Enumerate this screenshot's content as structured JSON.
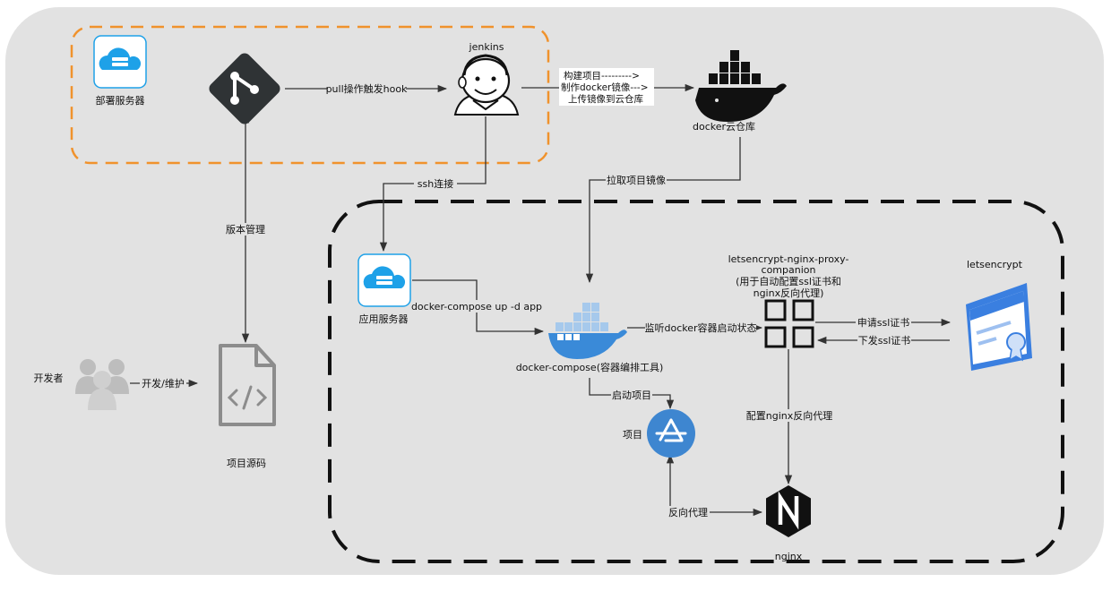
{
  "nodes": {
    "deploy_server": "部署服务器",
    "jenkins": "jenkins",
    "docker_hub": "docker云仓库",
    "app_server": "应用服务器",
    "docker_compose": "docker-compose(容器编排工具)",
    "companion_name": "letsencrypt-nginx-proxy-",
    "companion_name2": "companion",
    "companion_desc1": "(用于自动配置ssl证书和",
    "companion_desc2": "nginx反向代理)",
    "letsencrypt": "letsencrypt",
    "project": "项目",
    "nginx": "nginx",
    "developer": "开发者",
    "source_code": "项目源码"
  },
  "edges": {
    "pull_hook": "pull操作触发hook",
    "build_line1": "构建项目--------->",
    "build_line2": "制作docker镜像--->",
    "build_line3": "上传镜像到云仓库",
    "ssh": "ssh连接",
    "pull_image": "拉取项目镜像",
    "version_mgmt": "版本管理",
    "compose_up": "docker-compose up -d app",
    "listen": "监听docker容器启动状态",
    "apply_ssl": "申请ssl证书",
    "issue_ssl": "下发ssl证书",
    "start_project": "启动项目",
    "config_nginx": "配置nginx反向代理",
    "reverse_proxy": "反向代理",
    "dev_maintain": "开发/维护"
  },
  "colors": {
    "background": "#e2e2e2",
    "orange_border": "#f0922c",
    "cloud_blue": "#1ea1e8",
    "docker_blue": "#3a8ad8",
    "app_blue": "#3e86d0",
    "git_dark": "#2f3335",
    "dark": "#111111"
  }
}
